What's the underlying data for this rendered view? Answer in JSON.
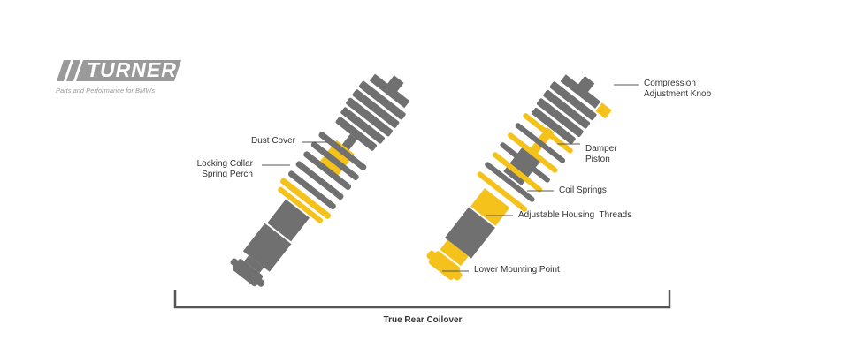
{
  "logo": {
    "name": "TURNER",
    "tagline": "Parts and Performance for BMWs"
  },
  "labels": {
    "dust_cover": "Dust Cover",
    "locking_collar": "Locking Collar\nSpring Perch",
    "compression_knob": "Compression\nAdjustment Knob",
    "damper_piston": "Damper\nPiston",
    "coil_springs": "Coil Springs",
    "housing_threads": "Adjustable Housing  Threads",
    "lower_mount": "Lower Mounting Point"
  },
  "caption": "True Rear Coilover",
  "colors": {
    "highlight": "#f4c21b",
    "part_gray": "#707070",
    "leader_line": "#555555",
    "bracket": "#555555",
    "text": "#333333"
  }
}
